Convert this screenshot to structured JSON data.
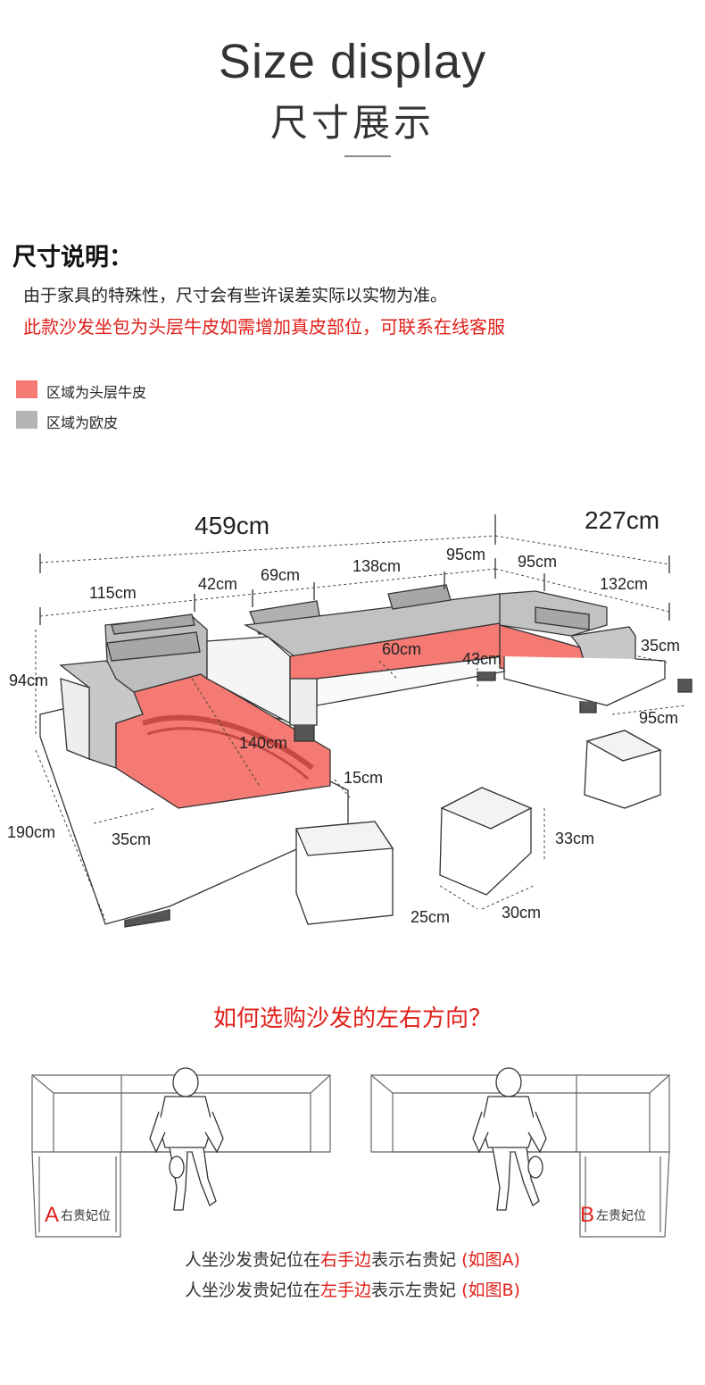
{
  "header": {
    "title_en": "Size display",
    "title_cn": "尺寸展示"
  },
  "spec": {
    "heading": "尺寸说明：",
    "line1": "由于家具的特殊性，尺寸会有些许误差实际以实物为准。",
    "line2": "此款沙发坐包为头层牛皮如需增加真皮部位，可联系在线客服"
  },
  "legend": [
    {
      "label": "区域为头层牛皮",
      "color": "#f47a73"
    },
    {
      "label": "区域为欧皮",
      "color": "#b5b5b5"
    }
  ],
  "colors": {
    "leather": "#f47a73",
    "pu": "#b5b5b5",
    "accent": "#e0201a",
    "line": "#333333"
  },
  "dimensions": {
    "total_length": "459cm",
    "total_depth": "227cm",
    "seg_115": "115cm",
    "seg_42": "42cm",
    "seg_69": "69cm",
    "seg_138": "138cm",
    "seg_95a": "95cm",
    "seg_95b": "95cm",
    "seg_132": "132cm",
    "height_94": "94cm",
    "seat_60": "60cm",
    "seat_43": "43cm",
    "side_35a": "35cm",
    "side_95": "95cm",
    "chaise_140": "140cm",
    "base_15": "15cm",
    "chaise_190": "190cm",
    "arm_35": "35cm",
    "ottoman_33": "33cm",
    "ottoman_25": "25cm",
    "ottoman_30": "30cm"
  },
  "orientation": {
    "question": "如何选购沙发的左右方向？",
    "a_letter": "A",
    "a_label": "右贵妃位",
    "b_letter": "B",
    "b_label": "左贵妃位",
    "cap1_pre": "人坐沙发贵妃位在",
    "cap1_red": "右手边",
    "cap1_post": "表示右贵妃",
    "cap1_ref": " (如图A)",
    "cap2_pre": "人坐沙发贵妃位在",
    "cap2_red": "左手边",
    "cap2_post": "表示左贵妃",
    "cap2_ref": " (如图B)"
  }
}
